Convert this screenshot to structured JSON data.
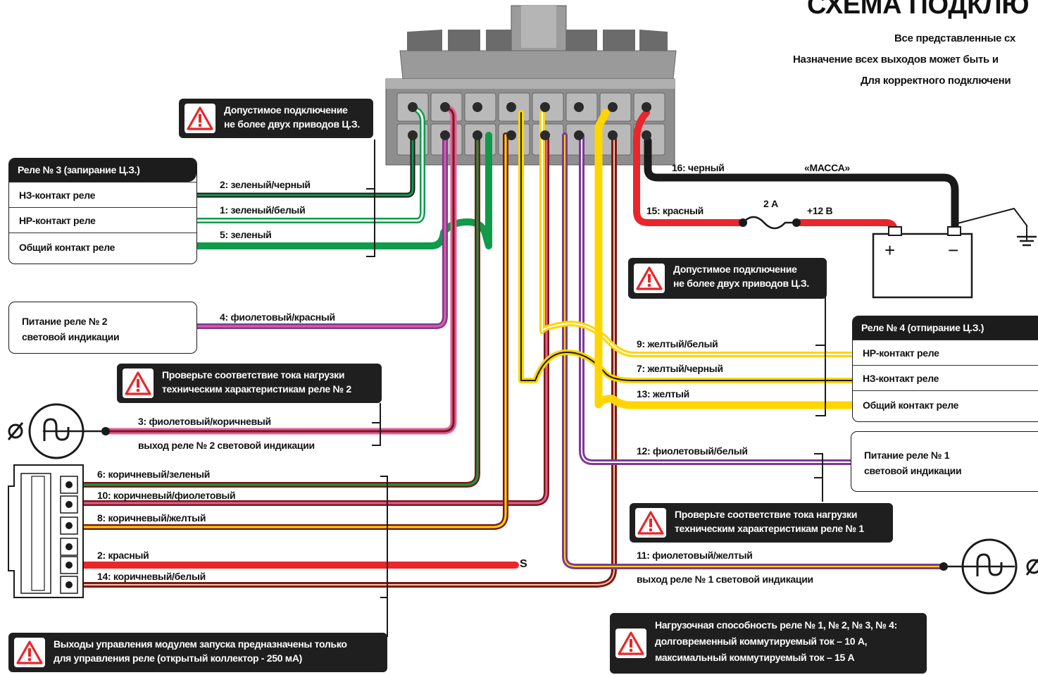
{
  "header": {
    "title": "СХЕМА ПОДКЛЮ",
    "line1": "Все представленные сх",
    "line2": "Назначение всех выходов может быть и",
    "line3": "Для корректного подключени"
  },
  "relay3": {
    "title": "Реле № 3 (запирание Ц.З.)",
    "rows": [
      "НЗ-контакт реле",
      "НР-контакт реле",
      "Общий контакт реле"
    ]
  },
  "relay4": {
    "title": "Реле № 4 (отпирание Ц.З.)",
    "rows": [
      "НР-контакт реле",
      "НЗ-контакт реле",
      "Общий контакт реле"
    ]
  },
  "boxes": {
    "relay2_power": [
      "Питание реле № 2",
      "световой индикации"
    ],
    "relay1_power": [
      "Питание реле № 1",
      "световой индикации"
    ]
  },
  "warnings": {
    "w_top": [
      "Допустимое подключение",
      "не более двух приводов Ц.З."
    ],
    "w_mid": [
      "Допустимое подключение",
      "не более двух приводов Ц.З."
    ],
    "w_relay2": [
      "Проверьте соответствие тока нагрузки",
      "техническим характеристикам реле № 2"
    ],
    "w_relay1": [
      "Проверьте соответствие тока нагрузки",
      "техническим характеристикам реле № 1"
    ],
    "w_outputs": [
      "Выходы управления модулем запуска предназначены только",
      "для управления реле (открытый коллектор - 250 мА)"
    ],
    "w_capacity": [
      "Нагрузочная способность реле № 1, № 2, № 3, № 4:",
      "долговременный коммутируемый ток – 10 А,",
      "максимальный коммутируемый ток – 15 А"
    ]
  },
  "wires": {
    "w2": "2: зеленый/черный",
    "w1": "1: зеленый/белый",
    "w5": "5: зеленый",
    "w4": "4: фиолетовый/красный",
    "w3": "3: фиолетовый/коричневый",
    "w3_sub": "выход реле № 2 световой индикации",
    "w6": "6: коричневый/зеленый",
    "w10": "10: коричневый/фиолетовый",
    "w8": "8: коричневый/желтый",
    "w2r": "2: красный",
    "w14": "14: коричневый/белый",
    "w16": "16: черный",
    "massa": "«МАССА»",
    "w15": "15: красный",
    "fuse": "2 А",
    "plus12": "+12 В",
    "w9": "9: желтый/белый",
    "w7": "7: желтый/черный",
    "w13": "13: желтый",
    "w12": "12: фиолетовый/белый",
    "w11": "11: фиолетовый/желтый",
    "w11_sub": "выход реле № 1 световой индикации",
    "s_mark": "S"
  },
  "battery": {
    "plus": "+",
    "minus": "−"
  },
  "colors": {
    "green": "#0f9b4a",
    "yellow": "#ffd500",
    "red": "#e8262b",
    "brown": "#7a1b12",
    "violet": "#7b3a96",
    "pink": "#e25b9c",
    "black": "#1a1a1a",
    "panel": "#1f1f1f"
  }
}
